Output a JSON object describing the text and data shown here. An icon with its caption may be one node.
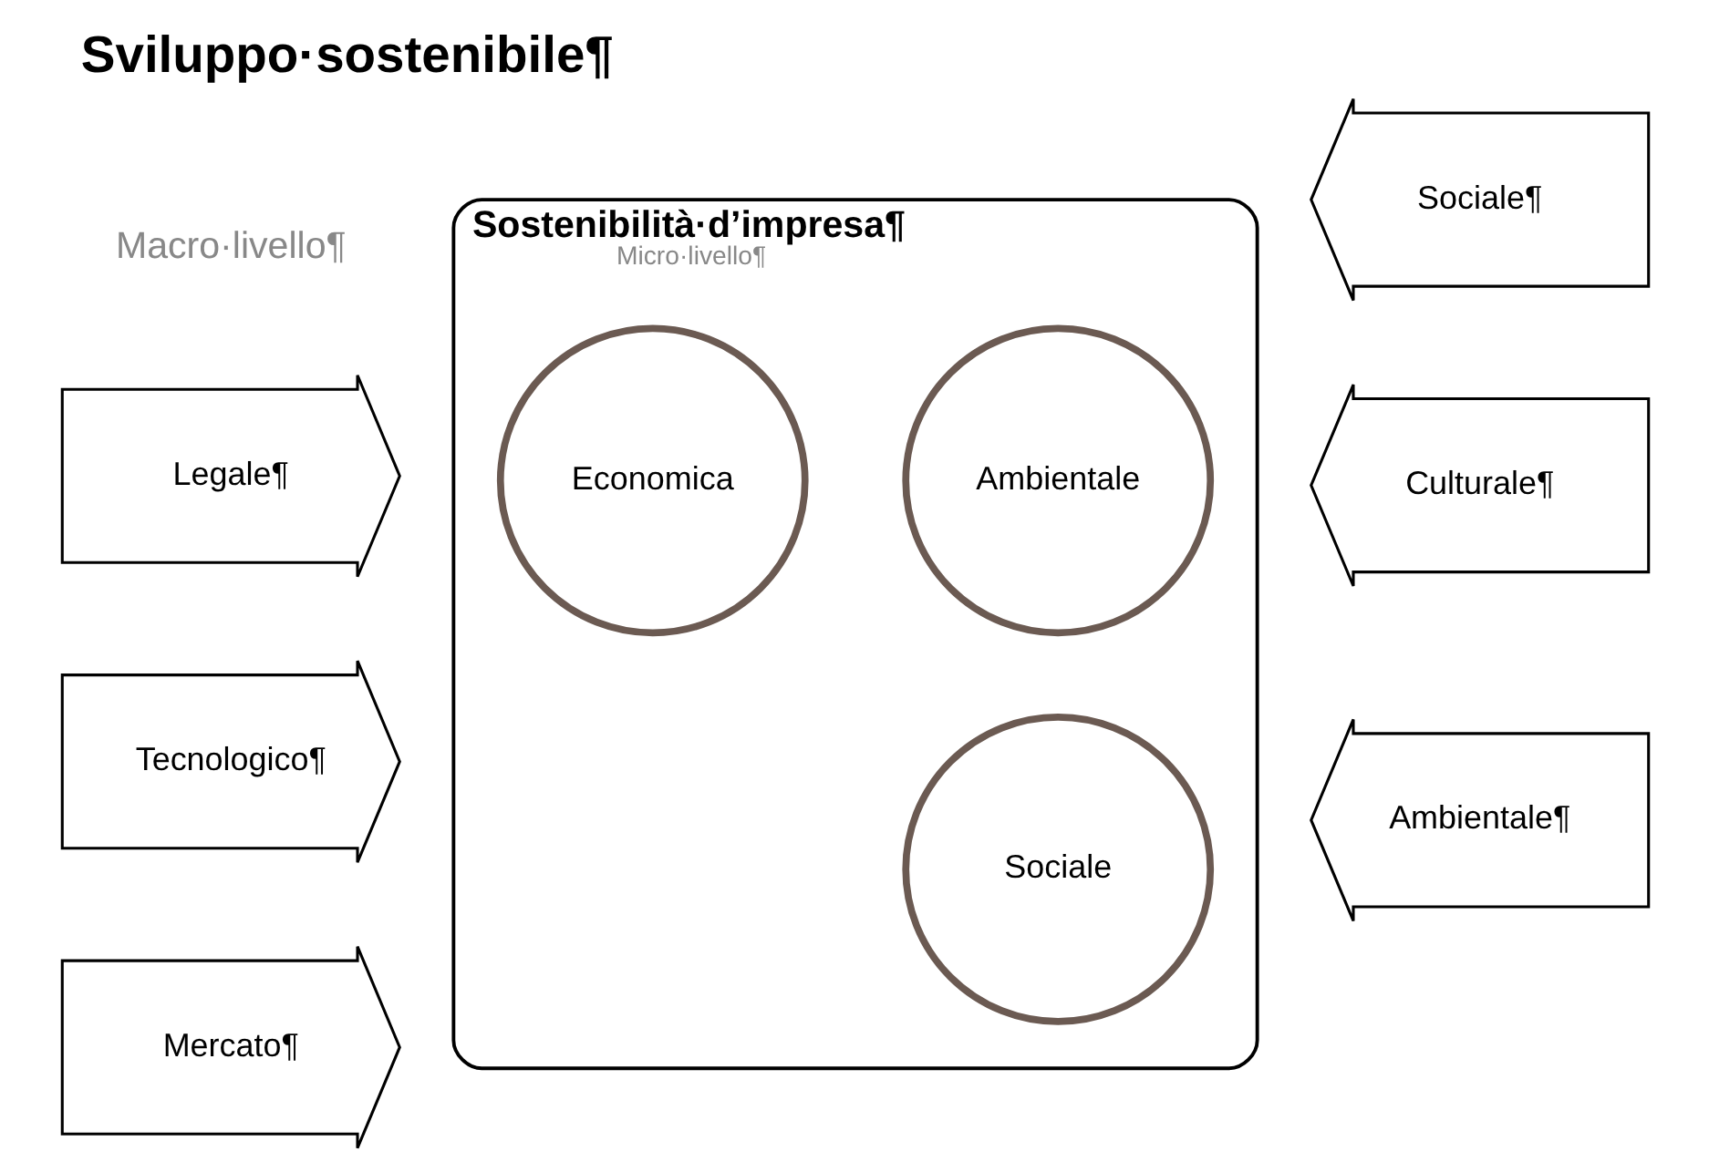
{
  "diagram": {
    "title": "Sviluppo·sostenibile¶",
    "nodes": [
      {
        "text": [
          "Sostenibilità·d’impresa¶",
          "Micro·livello¶"
        ]
      },
      {
        "text": [
          "Economica"
        ],
        "in": 0
      },
      {
        "text": [
          "Ambientale"
        ],
        "in": 0
      },
      {
        "text": [
          "Sociale"
        ],
        "in": 0
      },
      {
        "text": [
          "Legale¶"
        ]
      },
      {
        "text": [
          "Tecnologico¶"
        ]
      },
      {
        "text": [
          "Mercato¶"
        ]
      },
      {
        "text": [
          "Sociale¶"
        ]
      },
      {
        "text": [
          "Culturale¶"
        ]
      },
      {
        "text": [
          "Ambientale¶"
        ]
      }
    ],
    "labels": [
      "Macro·livello¶"
    ]
  }
}
